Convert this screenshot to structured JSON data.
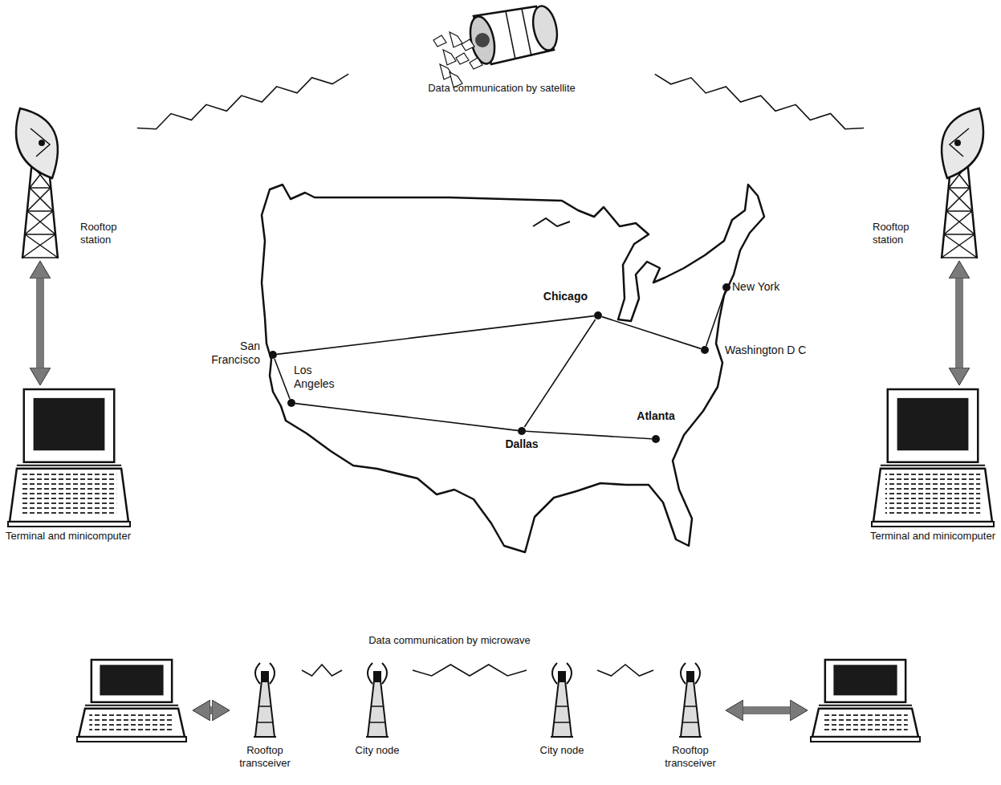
{
  "diagram": {
    "nodes": [
      {
        "text": [
          "Data communication by satellite"
        ]
      },
      {
        "text": [
          "Rooftop station"
        ]
      },
      {
        "text": [
          "Rooftop station"
        ]
      },
      {
        "text": [
          "San Francisco"
        ]
      },
      {
        "text": [
          "Chicago"
        ]
      },
      {
        "text": [
          "New York"
        ]
      },
      {
        "text": [
          "Washington D C"
        ]
      },
      {
        "text": [
          "Los Angeles"
        ]
      },
      {
        "text": [
          "Dallas"
        ]
      },
      {
        "text": [
          "Atlanta"
        ]
      },
      {
        "text": [
          "Terminal and minicomputer"
        ]
      },
      {
        "text": [
          "Terminal and minicomputer"
        ]
      },
      {
        "text": [
          "Rooftop transceiver"
        ]
      },
      {
        "text": [
          "City node"
        ]
      },
      {
        "text": [
          "City node"
        ]
      },
      {
        "text": [
          "Rooftop transceiver"
        ]
      }
    ],
    "edges": [
      {
        "from": 1,
        "to": 0,
        "arrow": "none"
      },
      {
        "from": 0,
        "to": 2,
        "arrow": "none"
      },
      {
        "from": 1,
        "to": 10,
        "arrow": "both"
      },
      {
        "from": 2,
        "to": 11,
        "arrow": "both"
      },
      {
        "from": 3,
        "to": 4,
        "arrow": "none"
      },
      {
        "from": 3,
        "to": 7,
        "arrow": "none"
      },
      {
        "from": 7,
        "to": 8,
        "arrow": "none"
      },
      {
        "from": 8,
        "to": 4,
        "arrow": "none"
      },
      {
        "from": 4,
        "to": 6,
        "arrow": "none"
      },
      {
        "from": 6,
        "to": 5,
        "arrow": "none"
      },
      {
        "from": 8,
        "to": 9,
        "arrow": "none"
      },
      {
        "from": 12,
        "to": 13,
        "arrow": "none"
      },
      {
        "from": 13,
        "to": 14,
        "arrow": "none"
      },
      {
        "from": 14,
        "to": 15,
        "arrow": "none"
      }
    ],
    "labels": [
      "Data communication by microwave"
    ]
  }
}
